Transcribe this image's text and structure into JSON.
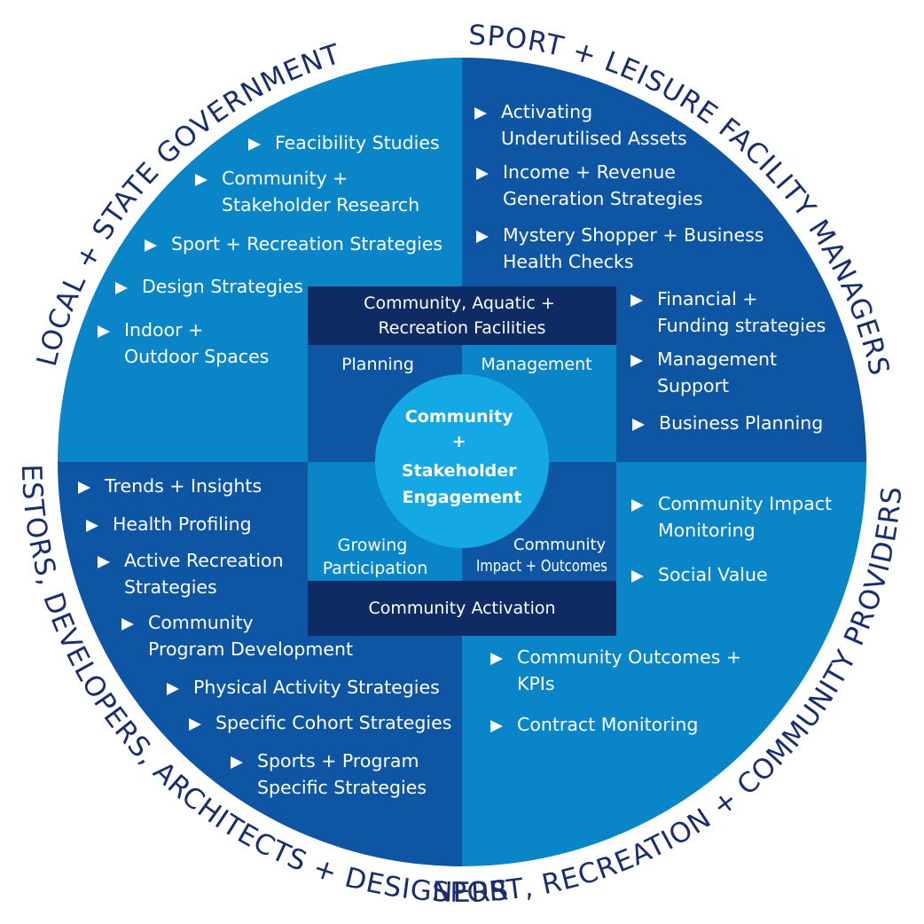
{
  "colors": {
    "light_blue": "#0a85c8",
    "mid_blue": "#0e55a3",
    "dark_navy": "#0e2b63",
    "hub": "#14a9e4",
    "ring_text": "#1a2e6e"
  },
  "ring_labels": {
    "top_left": "LOCAL + STATE GOVERNMENT",
    "top_right": "SPORT + LEISURE FACILITY MANAGERS",
    "bottom_left": "INVESTORS, DEVELOPERS, ARCHITECTS + DESIGNERS",
    "bottom_right": "SPORT, RECREATION + COMMUNITY PROVIDERS"
  },
  "center": {
    "top_bar": [
      "Community, Aquatic +",
      "Recreation Facilities"
    ],
    "planning": "Planning",
    "management": "Management",
    "growing": [
      "Growing",
      "Participation"
    ],
    "impact": [
      "Community",
      "Impact + Outcomes"
    ],
    "bottom_bar": "Community Activation",
    "hub": [
      "Community",
      "+",
      "Stakeholder",
      "Engagement"
    ]
  },
  "lists": {
    "top_left": [
      {
        "lines": [
          "Feacibility Studies"
        ]
      },
      {
        "lines": [
          "Community +",
          "Stakeholder Research"
        ]
      },
      {
        "lines": [
          "Sport + Recreation Strategies"
        ]
      },
      {
        "lines": [
          "Design Strategies"
        ]
      },
      {
        "lines": [
          "Indoor +",
          "Outdoor Spaces"
        ]
      }
    ],
    "top_right": [
      {
        "lines": [
          "Activating",
          "Underutilised Assets"
        ]
      },
      {
        "lines": [
          "Income + Revenue",
          "Generation Strategies"
        ]
      },
      {
        "lines": [
          "Mystery Shopper + Business",
          "Health Checks"
        ]
      },
      {
        "lines": [
          "Financial +",
          "Funding strategies"
        ]
      },
      {
        "lines": [
          "Management",
          "Support"
        ]
      },
      {
        "lines": [
          "Business Planning"
        ]
      }
    ],
    "bottom_left": [
      {
        "lines": [
          "Trends + Insights"
        ]
      },
      {
        "lines": [
          "Health Profiling"
        ]
      },
      {
        "lines": [
          "Active Recreation",
          "Strategies"
        ]
      },
      {
        "lines": [
          "Community",
          "Program Development"
        ]
      },
      {
        "lines": [
          "Physical Activity Strategies"
        ]
      },
      {
        "lines": [
          "Specific Cohort Strategies"
        ]
      },
      {
        "lines": [
          "Sports + Program",
          "Specific Strategies"
        ]
      }
    ],
    "bottom_right": [
      {
        "lines": [
          "Community Impact",
          "Monitoring"
        ]
      },
      {
        "lines": [
          "Social Value"
        ]
      },
      {
        "lines": [
          "Community Outcomes +",
          "KPIs"
        ]
      },
      {
        "lines": [
          "Contract Monitoring"
        ]
      }
    ]
  }
}
